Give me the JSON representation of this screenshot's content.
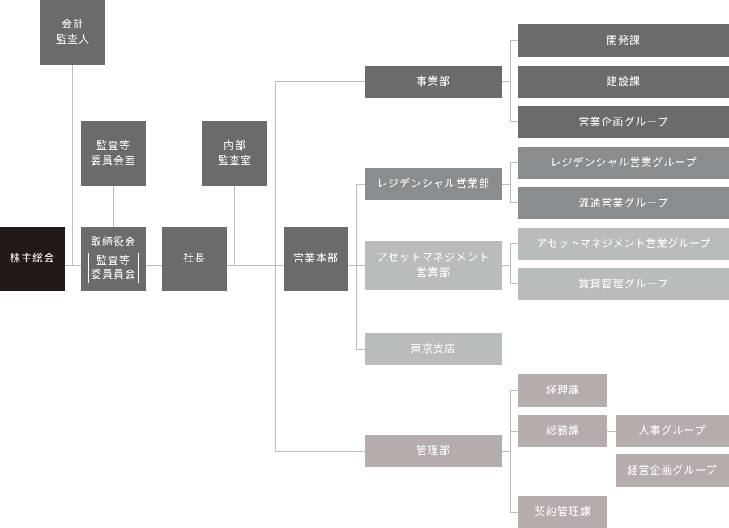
{
  "org": {
    "shareholders": "株主総会",
    "auditor": [
      "会計",
      "監査人"
    ],
    "audit_committee_office": [
      "監査等",
      "委員会室"
    ],
    "board": "取締役会",
    "board_inner": [
      "監査等",
      "委員員会"
    ],
    "internal_audit": [
      "内部",
      "監査室"
    ],
    "president": "社長",
    "sales_hq": "営業本部",
    "business_dept": "事業部",
    "development": "開発課",
    "construction": "建設課",
    "sales_planning": "営業企画グループ",
    "residential_dept": "レジデンシャル営業部",
    "residential_group": "レジデンシャル営業グループ",
    "distribution_group": "流通営業グループ",
    "asset_mgmt_dept": [
      "アセットマネジメント",
      "営業部"
    ],
    "asset_mgmt_group": "アセットマネジメント営業グループ",
    "rental_mgmt_group": "賃貸管理グループ",
    "tokyo_branch": "東京支店",
    "admin_dept": "管理部",
    "accounting": "経理課",
    "general_affairs": "総務課",
    "hr_group": "人事グループ",
    "mgmt_planning_group": "経営企画グループ",
    "contract_mgmt": "契約管理課"
  },
  "colors": {
    "black": "#221a17",
    "dark": "#6b6b6b",
    "mid": "#898d90",
    "light": "#b9bcbd",
    "warm": "#b4adab",
    "line": "#bdbdbd"
  }
}
